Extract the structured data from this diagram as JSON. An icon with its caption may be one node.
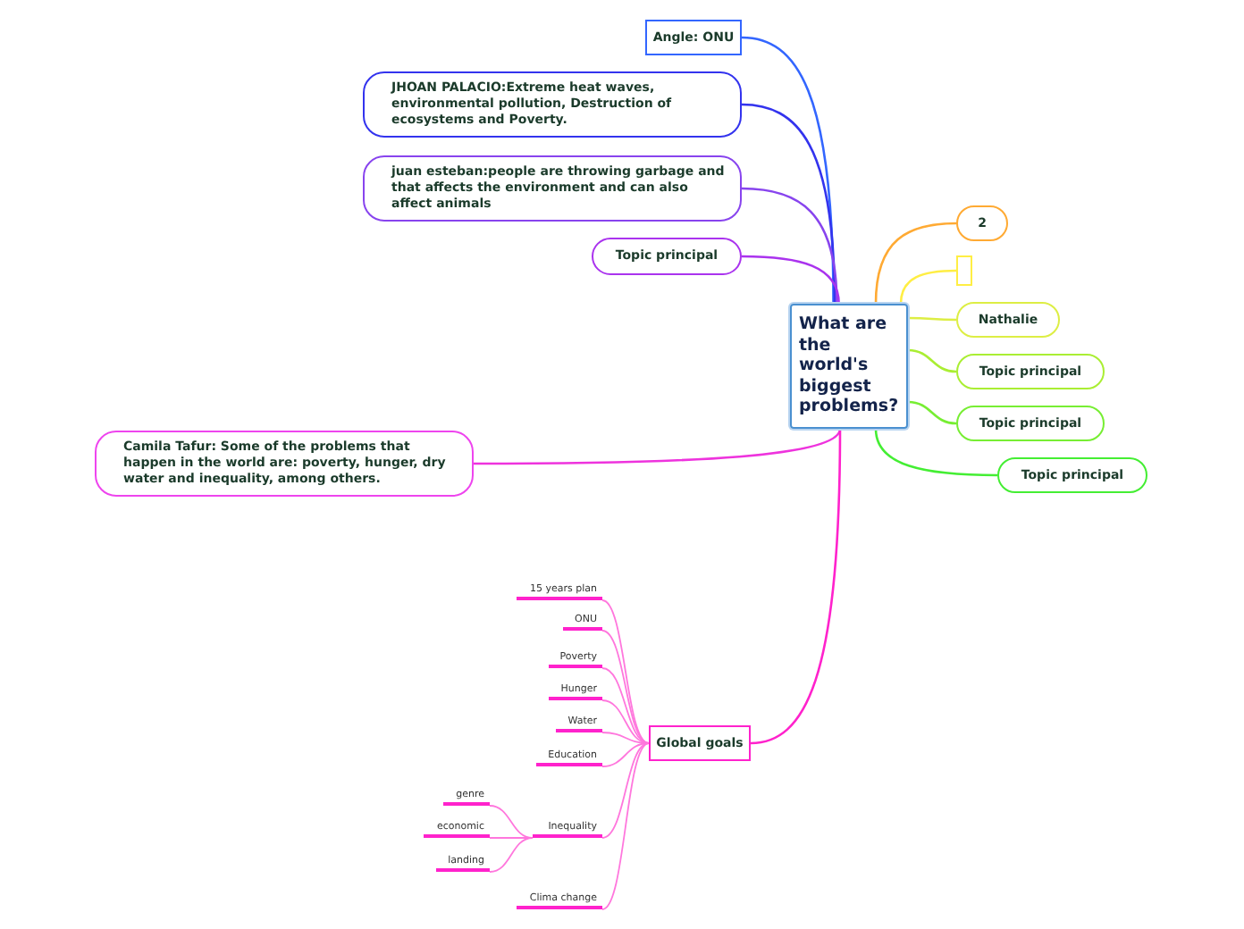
{
  "diagram": {
    "nodes": [
      {
        "text": [
          "What are the world's biggest problems?"
        ]
      },
      {
        "text": [
          "Angle: ONU"
        ]
      },
      {
        "text": [
          "JHOAN PALACIO:Extreme heat waves, environmental pollution, Destruction of ecosystems and Poverty."
        ]
      },
      {
        "text": [
          "juan esteban:people are throwing garbage and that affects the environment and can also affect animals"
        ]
      },
      {
        "text": [
          "Topic principal"
        ]
      },
      {
        "text": [
          "Camila Tafur: Some of the problems that happen in the world are: poverty, hunger, dry water and inequality, among others."
        ]
      },
      {
        "text": [
          "Global goals"
        ]
      },
      {
        "text": [
          "15 years plan"
        ]
      },
      {
        "text": [
          "ONU"
        ]
      },
      {
        "text": [
          "Poverty"
        ]
      },
      {
        "text": [
          "Hunger"
        ]
      },
      {
        "text": [
          "Water"
        ]
      },
      {
        "text": [
          "Education"
        ]
      },
      {
        "text": [
          "Inequality"
        ]
      },
      {
        "text": [
          "Clima change"
        ]
      },
      {
        "text": [
          "genre"
        ]
      },
      {
        "text": [
          "economic"
        ]
      },
      {
        "text": [
          "landing"
        ]
      },
      {
        "text": [
          "2"
        ]
      },
      {
        "text": [],
        "shape": "box"
      },
      {
        "text": [
          "Nathalie"
        ]
      },
      {
        "text": [
          "Topic principal"
        ]
      },
      {
        "text": [
          "Topic principal"
        ]
      },
      {
        "text": [
          "Topic principal"
        ]
      }
    ],
    "edges": [
      {
        "from": 0,
        "to": 1,
        "arrow": "none",
        "color": "#3366ff"
      },
      {
        "from": 0,
        "to": 2,
        "arrow": "none",
        "color": "#3333ee"
      },
      {
        "from": 0,
        "to": 3,
        "arrow": "none",
        "color": "#8844ee"
      },
      {
        "from": 0,
        "to": 4,
        "arrow": "none",
        "color": "#aa33ee"
      },
      {
        "from": 0,
        "to": 5,
        "arrow": "none",
        "color": "#ee33dd"
      },
      {
        "from": 0,
        "to": 6,
        "arrow": "none",
        "color": "#ff22cc"
      },
      {
        "from": 6,
        "to": 7,
        "arrow": "none"
      },
      {
        "from": 6,
        "to": 8,
        "arrow": "none"
      },
      {
        "from": 6,
        "to": 9,
        "arrow": "none"
      },
      {
        "from": 6,
        "to": 10,
        "arrow": "none"
      },
      {
        "from": 6,
        "to": 11,
        "arrow": "none"
      },
      {
        "from": 6,
        "to": 12,
        "arrow": "none"
      },
      {
        "from": 6,
        "to": 13,
        "arrow": "none"
      },
      {
        "from": 6,
        "to": 14,
        "arrow": "none"
      },
      {
        "from": 13,
        "to": 15,
        "arrow": "none"
      },
      {
        "from": 13,
        "to": 16,
        "arrow": "none"
      },
      {
        "from": 13,
        "to": 17,
        "arrow": "none"
      },
      {
        "from": 0,
        "to": 18,
        "arrow": "none",
        "color": "#ffaa33"
      },
      {
        "from": 0,
        "to": 19,
        "arrow": "none",
        "color": "#ffee44"
      },
      {
        "from": 0,
        "to": 20,
        "arrow": "none",
        "color": "#ddee44"
      },
      {
        "from": 0,
        "to": 21,
        "arrow": "none",
        "color": "#aaee33"
      },
      {
        "from": 0,
        "to": 22,
        "arrow": "none",
        "color": "#77ee33"
      },
      {
        "from": 0,
        "to": 23,
        "arrow": "none",
        "color": "#44ee33"
      }
    ]
  }
}
